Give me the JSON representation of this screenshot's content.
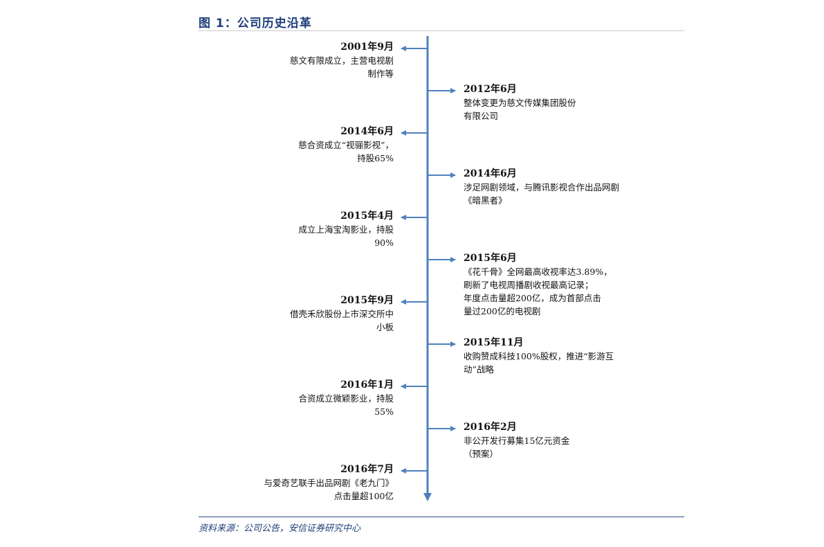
{
  "figure_title": "图 1：公司历史沿革",
  "source_note": "资料来源：公司公告，安信证券研究中心",
  "colors": {
    "axis": "#4f81bd",
    "title": "#1f3f7a"
  },
  "events": [
    {
      "side": "left",
      "date": "2001年9月",
      "lines": [
        "慈文有限成立，主营电视剧",
        "制作等"
      ]
    },
    {
      "side": "right",
      "date": "2012年6月",
      "lines": [
        "整体变更为慈文传媒集团股份",
        "有限公司"
      ]
    },
    {
      "side": "left",
      "date": "2014年6月",
      "lines": [
        "慈合资成立“视骊影视”，",
        "持股65%"
      ]
    },
    {
      "side": "right",
      "date": "2014年6月",
      "lines": [
        "涉足网剧领域，与腾讯影视合作出品网剧",
        "《暗黑者》"
      ]
    },
    {
      "side": "left",
      "date": "2015年4月",
      "lines": [
        "成立上海宝淘影业，持股",
        "90%"
      ]
    },
    {
      "side": "right",
      "date": "2015年6月",
      "lines": [
        "《花千骨》全网最高收视率达3.89%，",
        "刷新了电视周播剧收视最高记录；",
        "年度点击量超200亿，成为首部点击",
        "量过200亿的电视剧"
      ]
    },
    {
      "side": "left",
      "date": "2015年9月",
      "lines": [
        "借壳禾欣股份上市深交所中",
        "小板"
      ]
    },
    {
      "side": "right",
      "date": "2015年11月",
      "lines": [
        "收购赞成科技100%股权，推进“影游互",
        "动”战略"
      ]
    },
    {
      "side": "left",
      "date": "2016年1月",
      "lines": [
        "合资成立微颖影业，持股",
        "55%"
      ]
    },
    {
      "side": "right",
      "date": "2016年2月",
      "lines": [
        "非公开发行募集15亿元资金",
        "（预案）"
      ]
    },
    {
      "side": "left",
      "date": "2016年7月",
      "lines": [
        "与爱奇艺联手出品网剧《老九门》",
        "点击量超100亿"
      ]
    }
  ]
}
